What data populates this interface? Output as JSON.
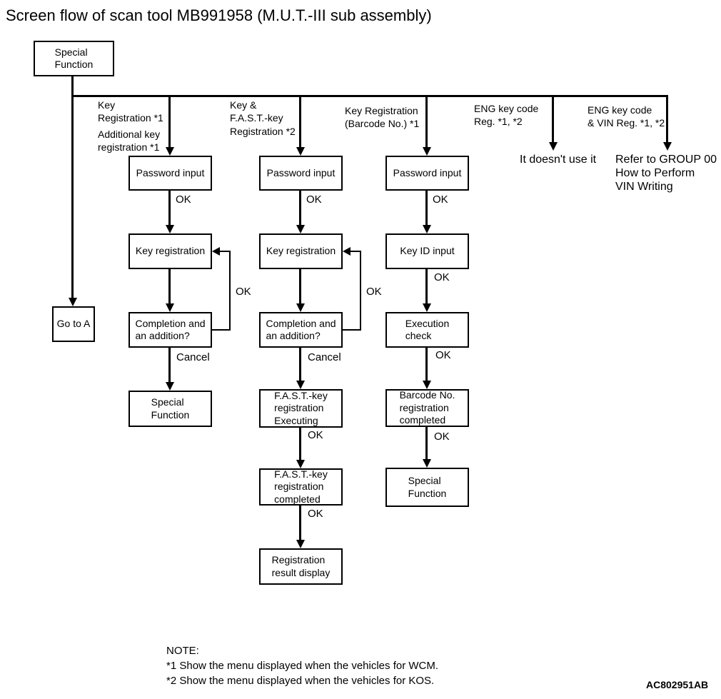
{
  "title": "Screen flow of scan tool MB991958 (M.U.T.-III sub assembly)",
  "labels": {
    "ok": "OK",
    "cancel": "Cancel"
  },
  "root_box": "Special\nFunction",
  "goto_box": "Go to A",
  "branches": {
    "b1a": "Key\nRegistration *1",
    "b1b": "Additional key\nregistration *1",
    "b2": "Key &\nF.A.S.T.-key\nRegistration *2",
    "b3": "Key Registration\n(Barcode No.) *1",
    "b4": "ENG key code\nReg. *1, *2",
    "b5": "ENG key code\n& VIN Reg. *1, *2"
  },
  "col1": {
    "password": "Password input",
    "key_reg": "Key registration",
    "completion": "Completion and\nan addition?",
    "special": "Special\nFunction"
  },
  "col2": {
    "password": "Password input",
    "key_reg": "Key registration",
    "completion": "Completion and\nan addition?",
    "fast_exec": "F.A.S.T.-key\nregistration\nExecuting",
    "fast_done": "F.A.S.T.-key\nregistration\ncompleted",
    "result": "Registration\nresult display"
  },
  "col3": {
    "password": "Password input",
    "key_id": "Key ID input",
    "exec_check": "Execution\ncheck",
    "barcode_done": "Barcode No.\nregistration\ncompleted",
    "special": "Special\nFunction"
  },
  "endpoints": {
    "not_used": "It doesn't use it",
    "refer": "Refer to GROUP 00\nHow to Perform\nVIN Writing"
  },
  "note": {
    "heading": "NOTE:",
    "line1": "*1 Show the menu displayed when the vehicles for WCM.",
    "line2": "*2 Show the menu displayed when the vehicles for KOS."
  },
  "figure_code": "AC802951AB"
}
